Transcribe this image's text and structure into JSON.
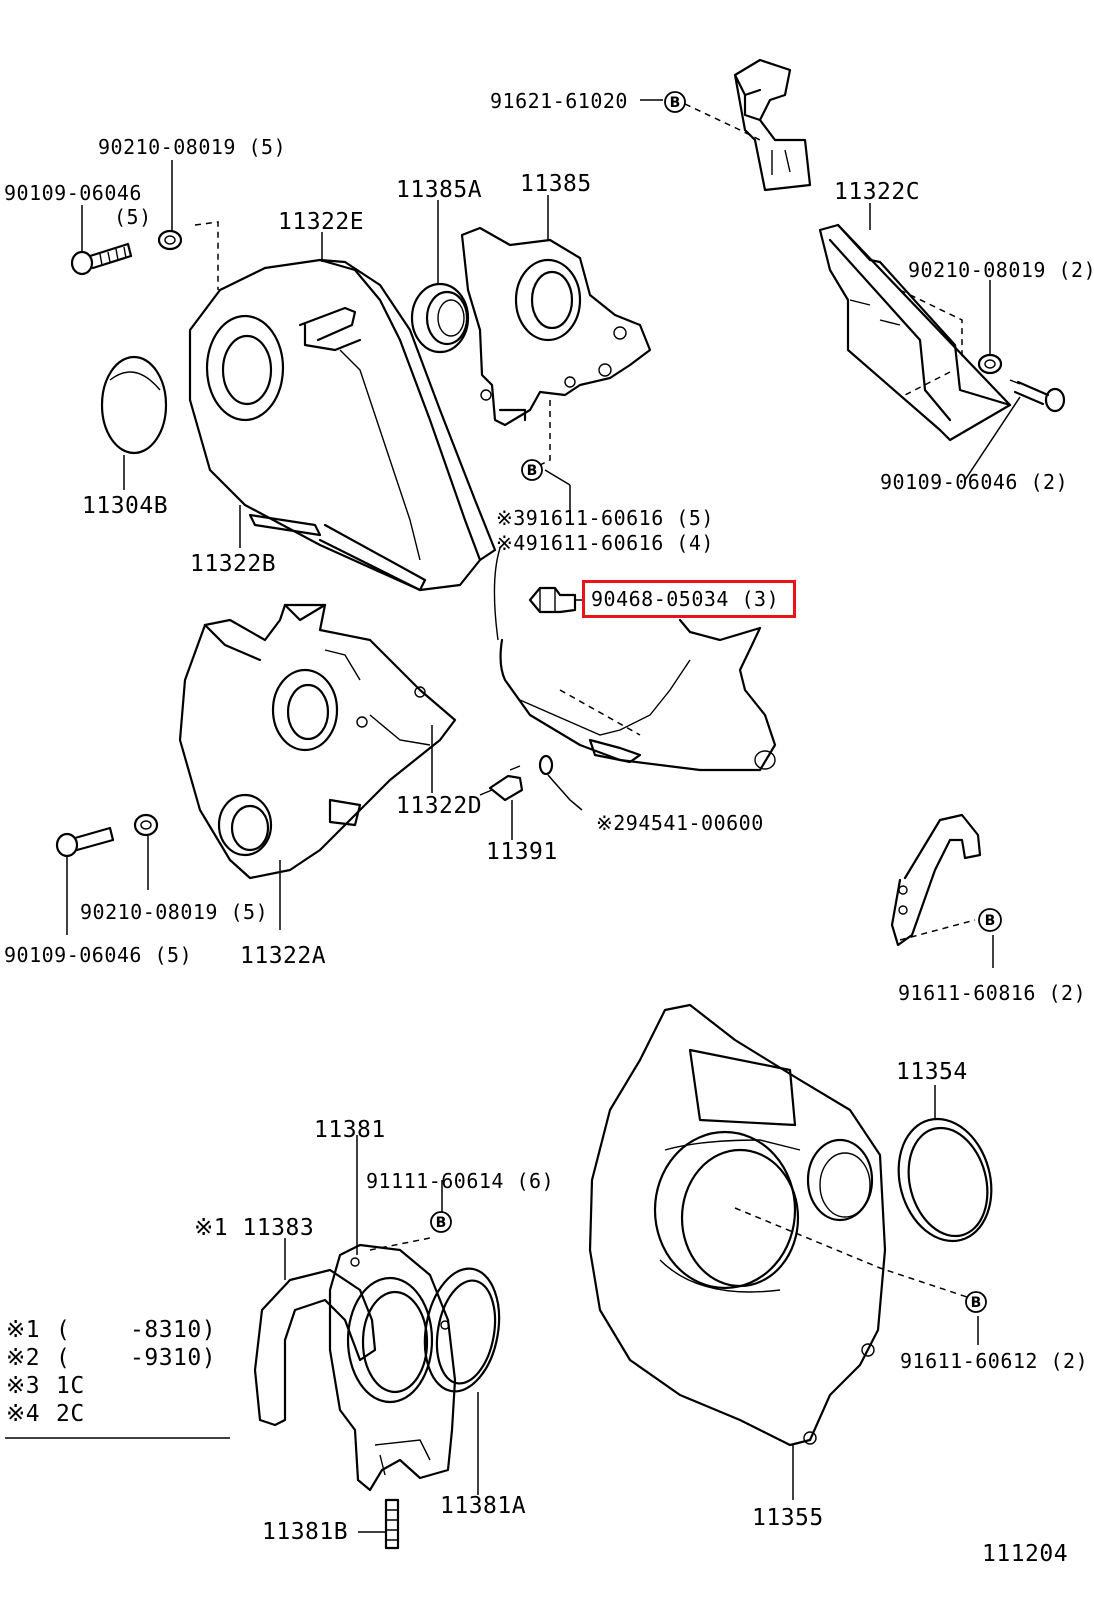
{
  "diagram_id": "111204",
  "bolt_callout": "B",
  "highlight_color": "#e8141a",
  "highlighted_label": "90468-05034 (3)",
  "labels": {
    "p91621_61020": "91621-61020",
    "p90210_08019_top": "90210-08019 (5)",
    "p90109_06046_top": "90109-06046",
    "p90109_06046_top_qty": "(5)",
    "p11385A": "11385A",
    "p11385": "11385",
    "p11322C": "11322C",
    "p11322E": "11322E",
    "p90210_08019_right": "90210-08019 (2)",
    "p11304B": "11304B",
    "p90109_06046_right": "90109-06046 (2)",
    "p391611": "※391611-60616 (5)",
    "p491611": "※491611-60616 (4)",
    "p11322B": "11322B",
    "p90468_05034": "90468-05034 (3)",
    "p11322D": "11322D",
    "p294541": "※294541-00600",
    "p11391": "11391",
    "p90210_08019_low": "90210-08019 (5)",
    "p90109_06046_low": "90109-06046 (5)",
    "p11322A": "11322A",
    "p91611_60816": "91611-60816 (2)",
    "p11354": "11354",
    "p11381": "11381",
    "p91111_60614": "91111-60614 (6)",
    "p11383": "※1 11383",
    "p91611_60612": "91611-60612 (2)",
    "p11381A": "11381A",
    "p11381B": "11381B",
    "p11355": "11355"
  },
  "legend": [
    {
      "mark": "※1",
      "paren": "(",
      "value": "-8310)"
    },
    {
      "mark": "※2",
      "paren": "(",
      "value": "-9310)"
    },
    {
      "mark": "※3",
      "paren": "1C",
      "value": ""
    },
    {
      "mark": "※4",
      "paren": "2C",
      "value": ""
    }
  ]
}
